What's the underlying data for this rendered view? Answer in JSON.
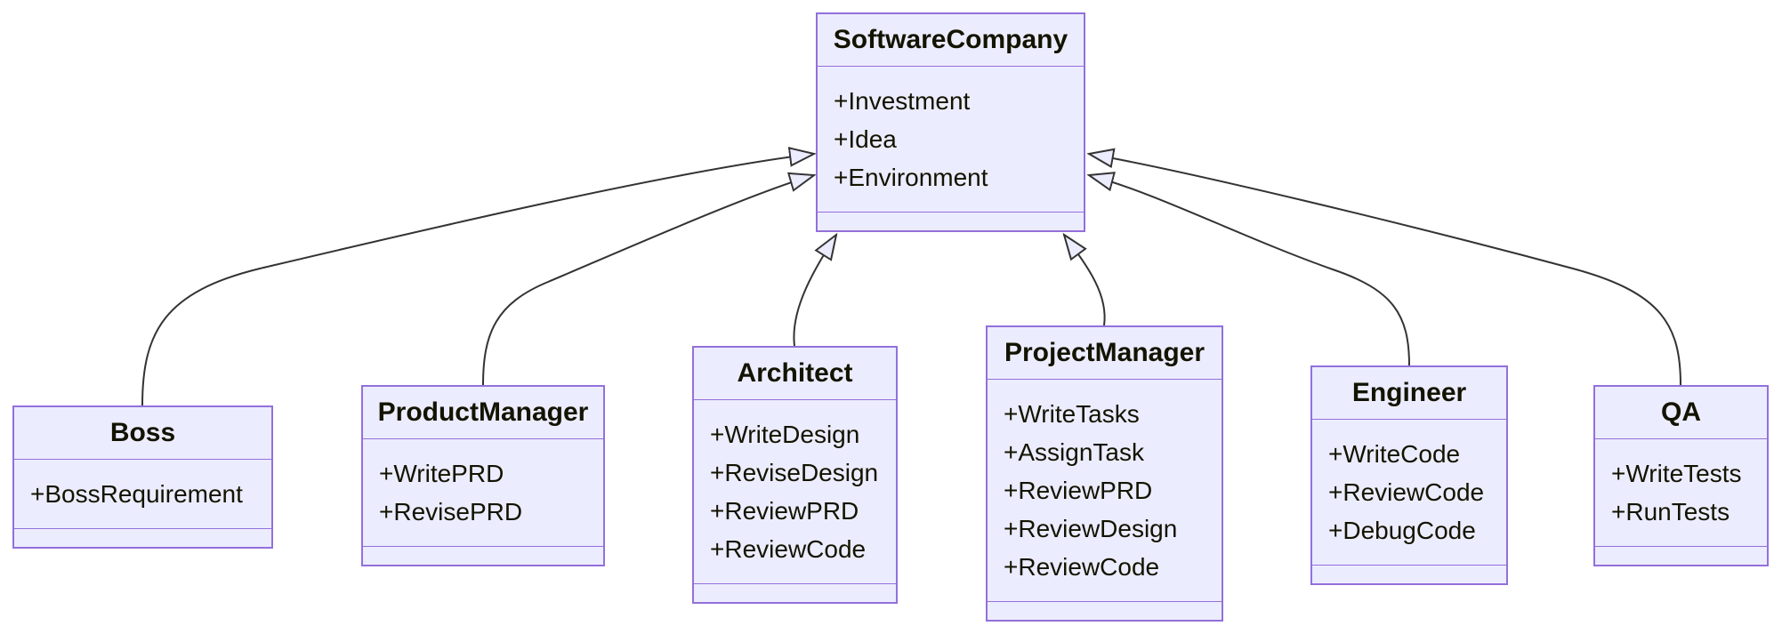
{
  "diagram": {
    "type": "uml-class-diagram",
    "classes": [
      {
        "name": "SoftwareCompany",
        "attributes": [
          "+Investment",
          "+Idea",
          "+Environment"
        ],
        "methods": []
      },
      {
        "name": "Boss",
        "attributes": [
          "+BossRequirement"
        ],
        "methods": []
      },
      {
        "name": "ProductManager",
        "attributes": [
          "+WritePRD",
          "+RevisePRD"
        ],
        "methods": []
      },
      {
        "name": "Architect",
        "attributes": [
          "+WriteDesign",
          "+ReviseDesign",
          "+ReviewPRD",
          "+ReviewCode"
        ],
        "methods": []
      },
      {
        "name": "ProjectManager",
        "attributes": [
          "+WriteTasks",
          "+AssignTask",
          "+ReviewPRD",
          "+ReviewDesign",
          "+ReviewCode"
        ],
        "methods": []
      },
      {
        "name": "Engineer",
        "attributes": [
          "+WriteCode",
          "+ReviewCode",
          "+DebugCode"
        ],
        "methods": []
      },
      {
        "name": "QA",
        "attributes": [
          "+WriteTests",
          "+RunTests"
        ],
        "methods": []
      }
    ],
    "relations": [
      {
        "from": "Boss",
        "to": "SoftwareCompany",
        "type": "inheritance"
      },
      {
        "from": "ProductManager",
        "to": "SoftwareCompany",
        "type": "inheritance"
      },
      {
        "from": "Architect",
        "to": "SoftwareCompany",
        "type": "inheritance"
      },
      {
        "from": "ProjectManager",
        "to": "SoftwareCompany",
        "type": "inheritance"
      },
      {
        "from": "Engineer",
        "to": "SoftwareCompany",
        "type": "inheritance"
      },
      {
        "from": "QA",
        "to": "SoftwareCompany",
        "type": "inheritance"
      }
    ],
    "colors": {
      "node_fill": "#ECECFF",
      "node_border": "#9370DB",
      "edge_line": "#333333",
      "arrowhead_fill": "#ECECFF",
      "text": "#131300",
      "background": "#FFFFFF"
    }
  }
}
